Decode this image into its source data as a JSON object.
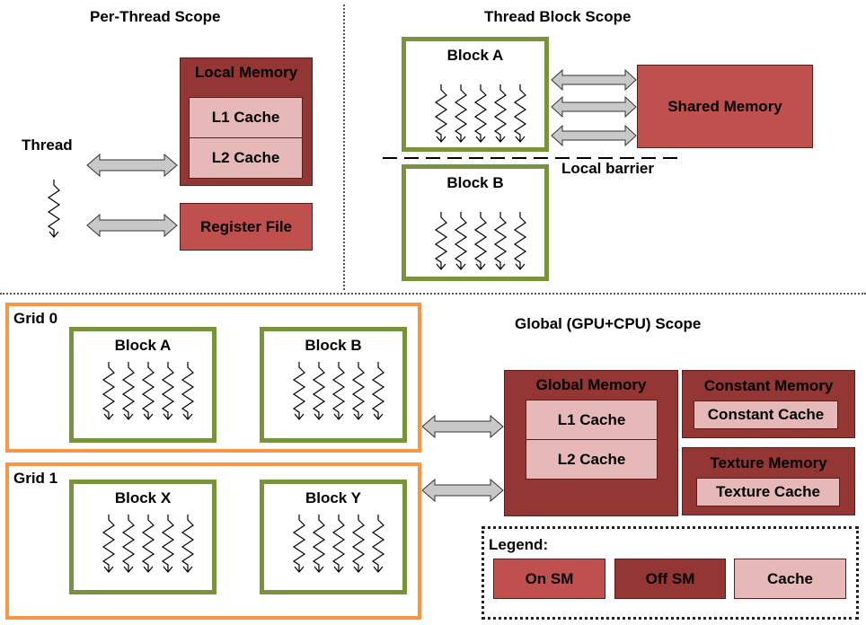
{
  "per_thread": {
    "title": "Per-Thread Scope",
    "thread_label": "Thread",
    "local_memory": "Local Memory",
    "l1_cache": "L1 Cache",
    "l2_cache": "L2 Cache",
    "register_file": "Register File"
  },
  "block_scope": {
    "title": "Thread Block Scope",
    "block_a": "Block A",
    "block_b": "Block B",
    "shared_memory": "Shared Memory",
    "local_barrier": "Local barrier"
  },
  "global_scope": {
    "title": "Global (GPU+CPU) Scope",
    "grid0": {
      "label": "Grid 0",
      "blocks": [
        "Block A",
        "Block B"
      ]
    },
    "grid1": {
      "label": "Grid 1",
      "blocks": [
        "Block X",
        "Block Y"
      ]
    },
    "global_memory": "Global Memory",
    "l1_cache": "L1 Cache",
    "l2_cache": "L2 Cache",
    "constant_memory": "Constant Memory",
    "constant_cache": "Constant Cache",
    "texture_memory": "Texture Memory",
    "texture_cache": "Texture Cache"
  },
  "legend": {
    "title": "Legend:",
    "on_sm": "On SM",
    "off_sm": "Off SM",
    "cache": "Cache"
  },
  "colors": {
    "on_sm": "#c0504d",
    "off_sm": "#943634",
    "cache": "#e6b9b8",
    "block_border": "#77933c",
    "grid_border": "#f79646"
  }
}
